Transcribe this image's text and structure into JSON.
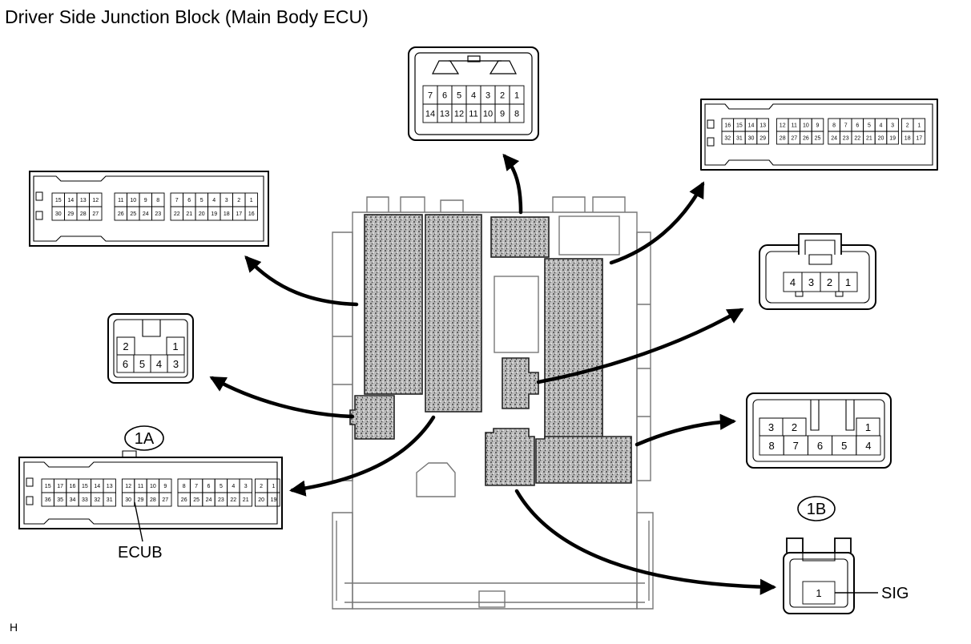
{
  "title": "Driver Side Junction Block (Main Body ECU)",
  "footer_code": "H",
  "callouts": {
    "a": "1A",
    "b": "1B"
  },
  "pin_labels": {
    "ecub": "ECUB",
    "sig": "SIG"
  },
  "connectors": {
    "top": {
      "row1": [
        "7",
        "6",
        "5",
        "4",
        "3",
        "2",
        "1"
      ],
      "row2": [
        "14",
        "13",
        "12",
        "11",
        "10",
        "9",
        "8"
      ]
    },
    "top_right": {
      "row1": [
        "16",
        "15",
        "14",
        "13",
        "12",
        "11",
        "10",
        "9",
        "8",
        "7",
        "6",
        "5",
        "4",
        "3",
        "2",
        "1"
      ],
      "row2": [
        "32",
        "31",
        "30",
        "29",
        "28",
        "27",
        "26",
        "25",
        "24",
        "23",
        "22",
        "21",
        "20",
        "19",
        "18",
        "17"
      ]
    },
    "upper_left": {
      "row1": [
        "15",
        "14",
        "13",
        "12",
        "11",
        "10",
        "9",
        "8",
        "7",
        "6",
        "5",
        "4",
        "3",
        "2",
        "1"
      ],
      "row2": [
        "30",
        "29",
        "28",
        "27",
        "26",
        "25",
        "24",
        "23",
        "22",
        "21",
        "20",
        "19",
        "18",
        "17",
        "16"
      ]
    },
    "small_left": {
      "row1": [
        "2",
        "1"
      ],
      "row2": [
        "6",
        "5",
        "4",
        "3"
      ]
    },
    "right_4pin": {
      "row1": [
        "4",
        "3",
        "2",
        "1"
      ]
    },
    "right_8pin": {
      "row1": [
        "3",
        "2",
        "1"
      ],
      "row2": [
        "8",
        "7",
        "6",
        "5",
        "4"
      ]
    },
    "lower_left_1a": {
      "row1": [
        "15",
        "17",
        "16",
        "15",
        "14",
        "13",
        "12",
        "11",
        "10",
        "9",
        "8",
        "7",
        "6",
        "5",
        "4",
        "3",
        "2",
        "1"
      ],
      "row2": [
        "36",
        "35",
        "34",
        "33",
        "32",
        "31",
        "30",
        "29",
        "28",
        "27",
        "26",
        "25",
        "24",
        "23",
        "22",
        "21",
        "20",
        "19"
      ]
    },
    "bottom_1b": {
      "row1": [
        "1"
      ]
    }
  }
}
